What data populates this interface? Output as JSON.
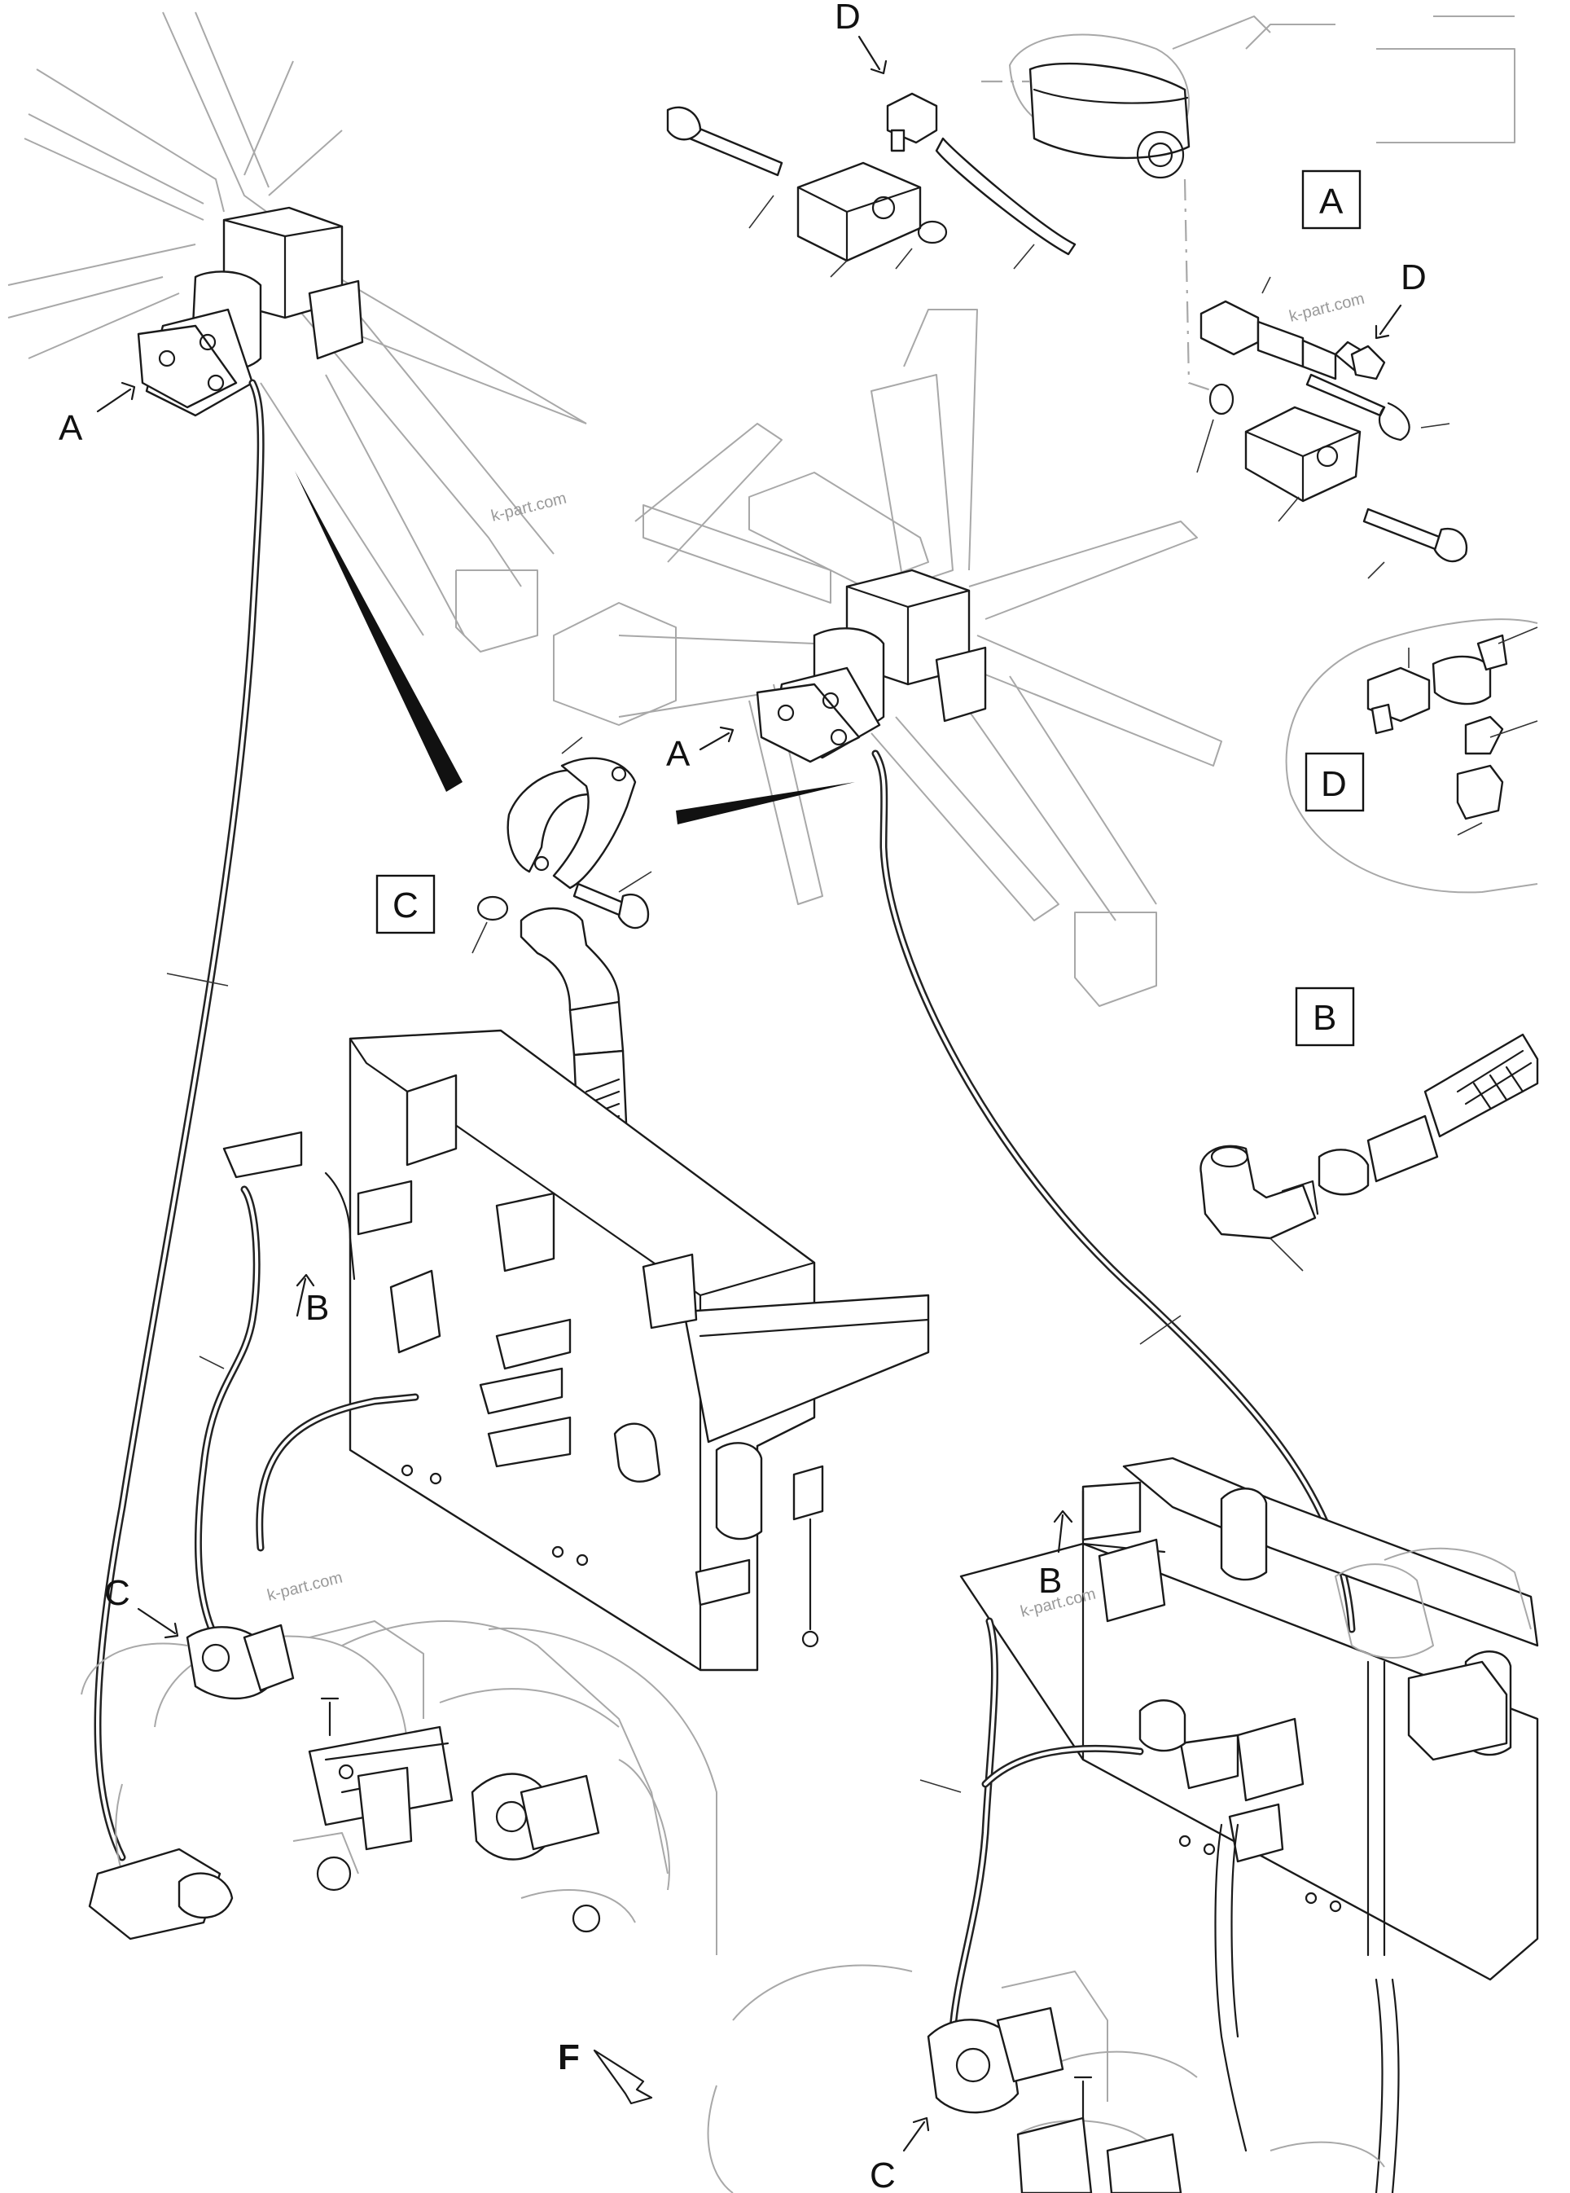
{
  "labels": {
    "a_left": "A",
    "a_center": "A",
    "a_box": "A",
    "b_box": "B",
    "b_left": "B",
    "b_right": "B",
    "c_box": "C",
    "c_left": "C",
    "c_bottom": "C",
    "d_top": "D",
    "d_right": "D",
    "d_box": "D",
    "f_direction": "F"
  },
  "watermark": "k-part.com",
  "colors": {
    "line": "#1a1a1a",
    "ghost": "#a8a8a8",
    "background": "#ffffff"
  }
}
